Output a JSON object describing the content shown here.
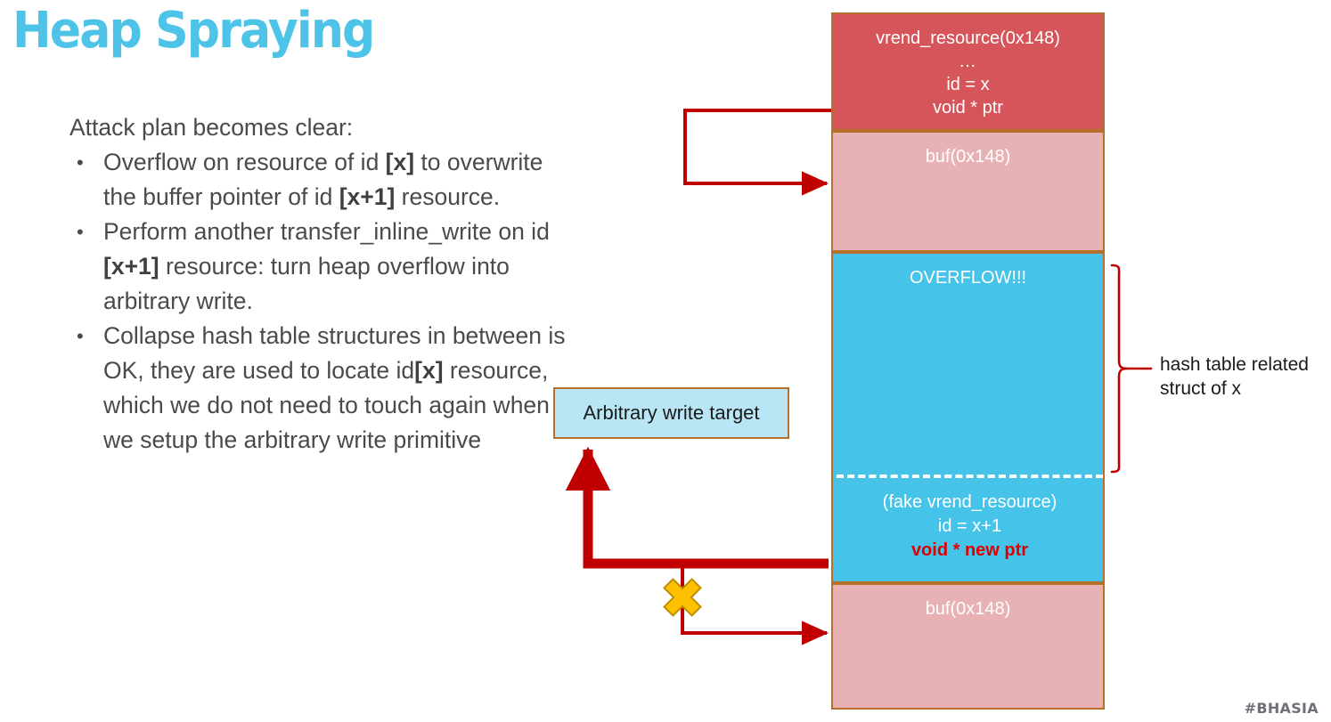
{
  "slide": {
    "title": "Heap Spraying",
    "footer_tag": "#BHASIA",
    "accent_color": "#4ec3e8"
  },
  "body": {
    "intro": "Attack plan becomes clear:",
    "bullets": [
      {
        "parts": [
          {
            "text": "Overflow on resource of id ",
            "bold": false
          },
          {
            "text": "[x]",
            "bold": true
          },
          {
            "text": " to overwrite the buffer pointer of id ",
            "bold": false
          },
          {
            "text": "[x+1]",
            "bold": true
          },
          {
            "text": " resource.",
            "bold": false
          }
        ]
      },
      {
        "parts": [
          {
            "text": "Perform another transfer_inline_write on id ",
            "bold": false
          },
          {
            "text": "[x+1]",
            "bold": true
          },
          {
            "text": " resource: turn heap overflow into arbitrary write.",
            "bold": false
          }
        ]
      },
      {
        "parts": [
          {
            "text": "Collapse hash table structures in between is OK, they are used to locate id",
            "bold": false
          },
          {
            "text": "[x]",
            "bold": true
          },
          {
            "text": " resource, which we do not need to touch again when we setup the arbitrary write primitive",
            "bold": false
          }
        ]
      }
    ]
  },
  "diagram": {
    "blocks": [
      {
        "name": "vrend-resource-real",
        "color": "#d6555a",
        "lines": [
          "vrend_resource(0x148)",
          "…",
          "id = x",
          "void * ptr"
        ]
      },
      {
        "name": "buf-top",
        "color": "#e8b2b4",
        "lines": [
          "buf(0x148)"
        ]
      },
      {
        "name": "overflow-region",
        "color": "#45c3e8",
        "lines": [
          "OVERFLOW!!!"
        ]
      },
      {
        "name": "buf-bottom",
        "color": "#e8b2b4",
        "lines": [
          "buf(0x148)"
        ]
      }
    ],
    "fake_resource": {
      "line1": "(fake vrend_resource)",
      "line2": "id = x+1",
      "line3": "void * new ptr",
      "line3_color": "#e00000"
    },
    "arbitrary_write_target": "Arbitrary write target",
    "brace_label_line1": "hash table related",
    "brace_label_line2": "struct of x",
    "connector_color": "#c00000",
    "block_border_color": "#b6702a",
    "x_marker_color": "#ffc000"
  }
}
